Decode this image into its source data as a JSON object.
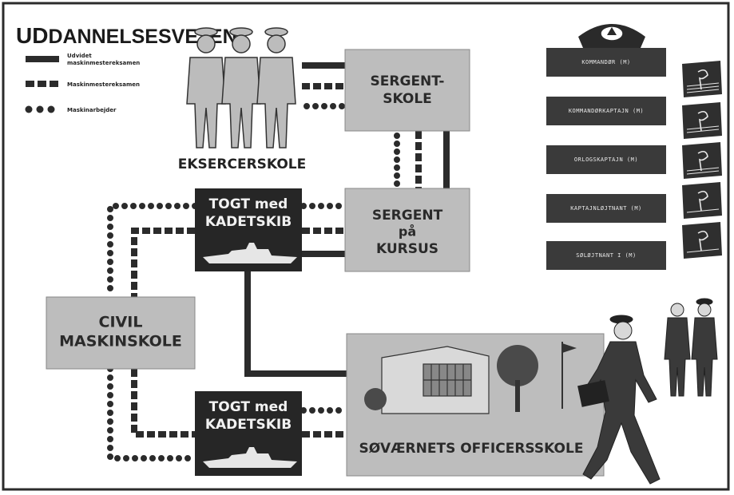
{
  "title": {
    "bold_prefix": "UD",
    "rest": "DANNELSESVEJEN"
  },
  "legend": [
    {
      "style": "solid",
      "label_lines": [
        "Udvidet",
        "maskinmestereksamen"
      ]
    },
    {
      "style": "dashed",
      "label_lines": [
        "Maskinmestereksamen"
      ]
    },
    {
      "style": "dotted",
      "label_lines": [
        "Maskinarbejder"
      ]
    }
  ],
  "boxes": {
    "eksercerskole": {
      "lines": [
        "EKSERCERSKOLE"
      ]
    },
    "sergentskole": {
      "lines": [
        "SERGENT-",
        "SKOLE"
      ]
    },
    "sergent_kursus": {
      "lines": [
        "SERGENT",
        "på",
        "KURSUS"
      ]
    },
    "togt_top": {
      "lines": [
        "TOGT med",
        "KADETSKIB"
      ]
    },
    "togt_bottom": {
      "lines": [
        "TOGT med",
        "KADETSKIB"
      ]
    },
    "civil": {
      "lines": [
        "CIVIL",
        "MASKINSKOLE"
      ]
    },
    "officersskole": {
      "lines": [
        "SØVÆRNETS OFFICERSSKOLE"
      ]
    }
  },
  "ranks": [
    "KOMMANDØR (M)",
    "KOMMANDØRKAPTAJN (M)",
    "ORLOGSKAPTAJN (M)",
    "KAPTAJNLØJTNANT (M)",
    "SØLØJTNANT I (M)"
  ],
  "colors": {
    "ink": "#2b2b2b",
    "light_box": "#bdbdbd",
    "dark_box": "#262626",
    "rank_bar": "#3a3a3a",
    "paper": "#ffffff"
  }
}
